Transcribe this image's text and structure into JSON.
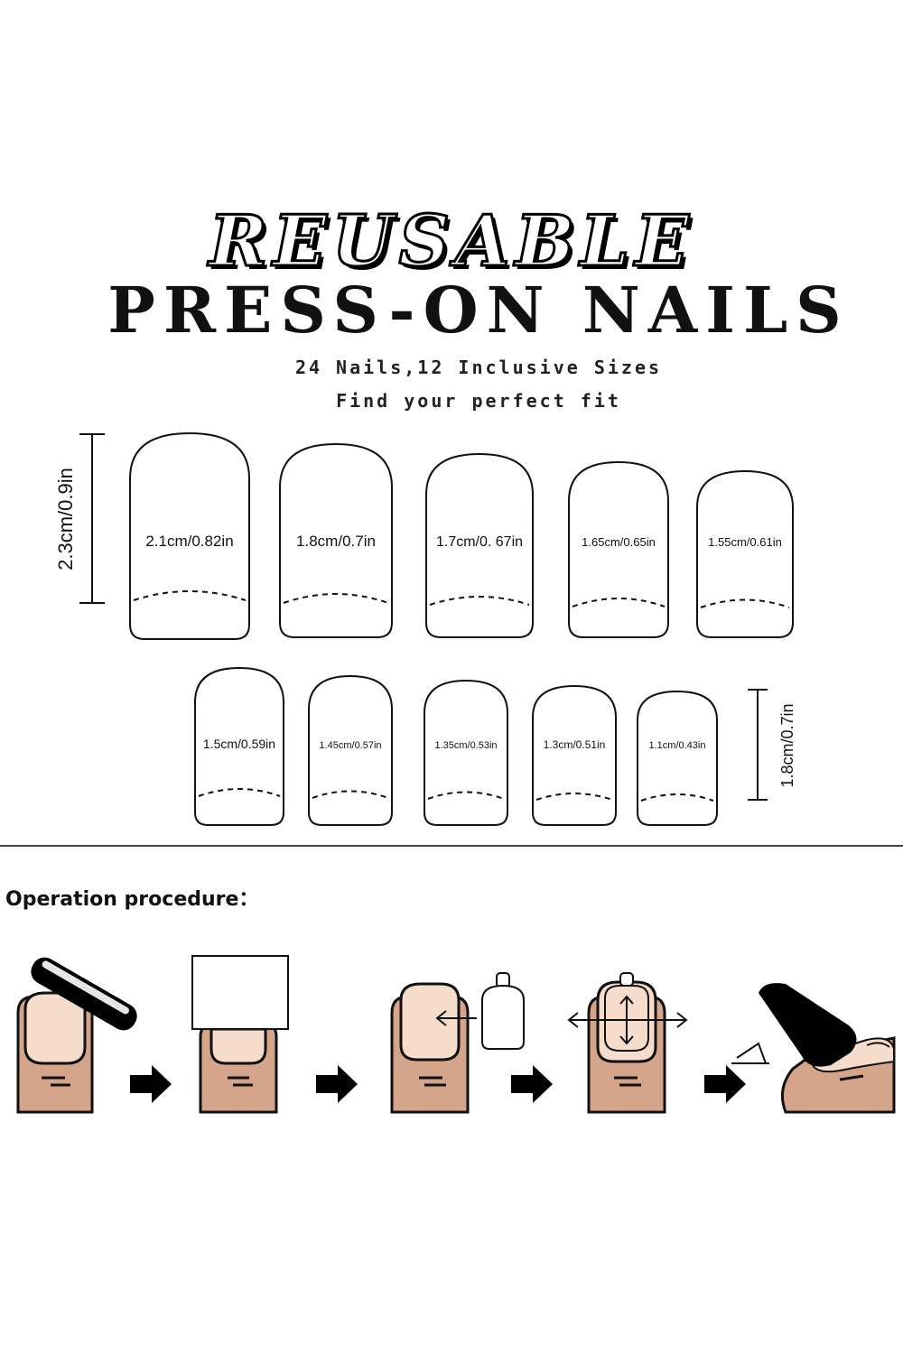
{
  "header": {
    "reusable": "REUSABLE",
    "title": "PRESS-ON NAILS",
    "subtitle_1": "24 Nails,12 Inclusive Sizes",
    "subtitle_2": "Find your perfect fit"
  },
  "sizes": {
    "row1_length": "2.3cm/0.9in",
    "row2_length": "1.8cm/0.7in",
    "row1": [
      "2.1cm/0.82in",
      "1.8cm/0.7in",
      "1.7cm/0. 67in",
      "1.65cm/0.65in",
      "1.55cm/0.61in"
    ],
    "row2": [
      "1.5cm/0.59in",
      "1.45cm/0.57in",
      "1.35cm/0.53in",
      "1.3cm/0.51in",
      "1.1cm/0.43in"
    ]
  },
  "procedure": {
    "label": "Operation procedure：",
    "steps": [
      "buff-nail",
      "apply-tab",
      "size-nail",
      "center-nail",
      "press-nail"
    ]
  },
  "colors": {
    "skin": "#d4a58a",
    "nail_bed": "#f6dccb",
    "outline": "#111111",
    "press_nail": "#000000"
  }
}
